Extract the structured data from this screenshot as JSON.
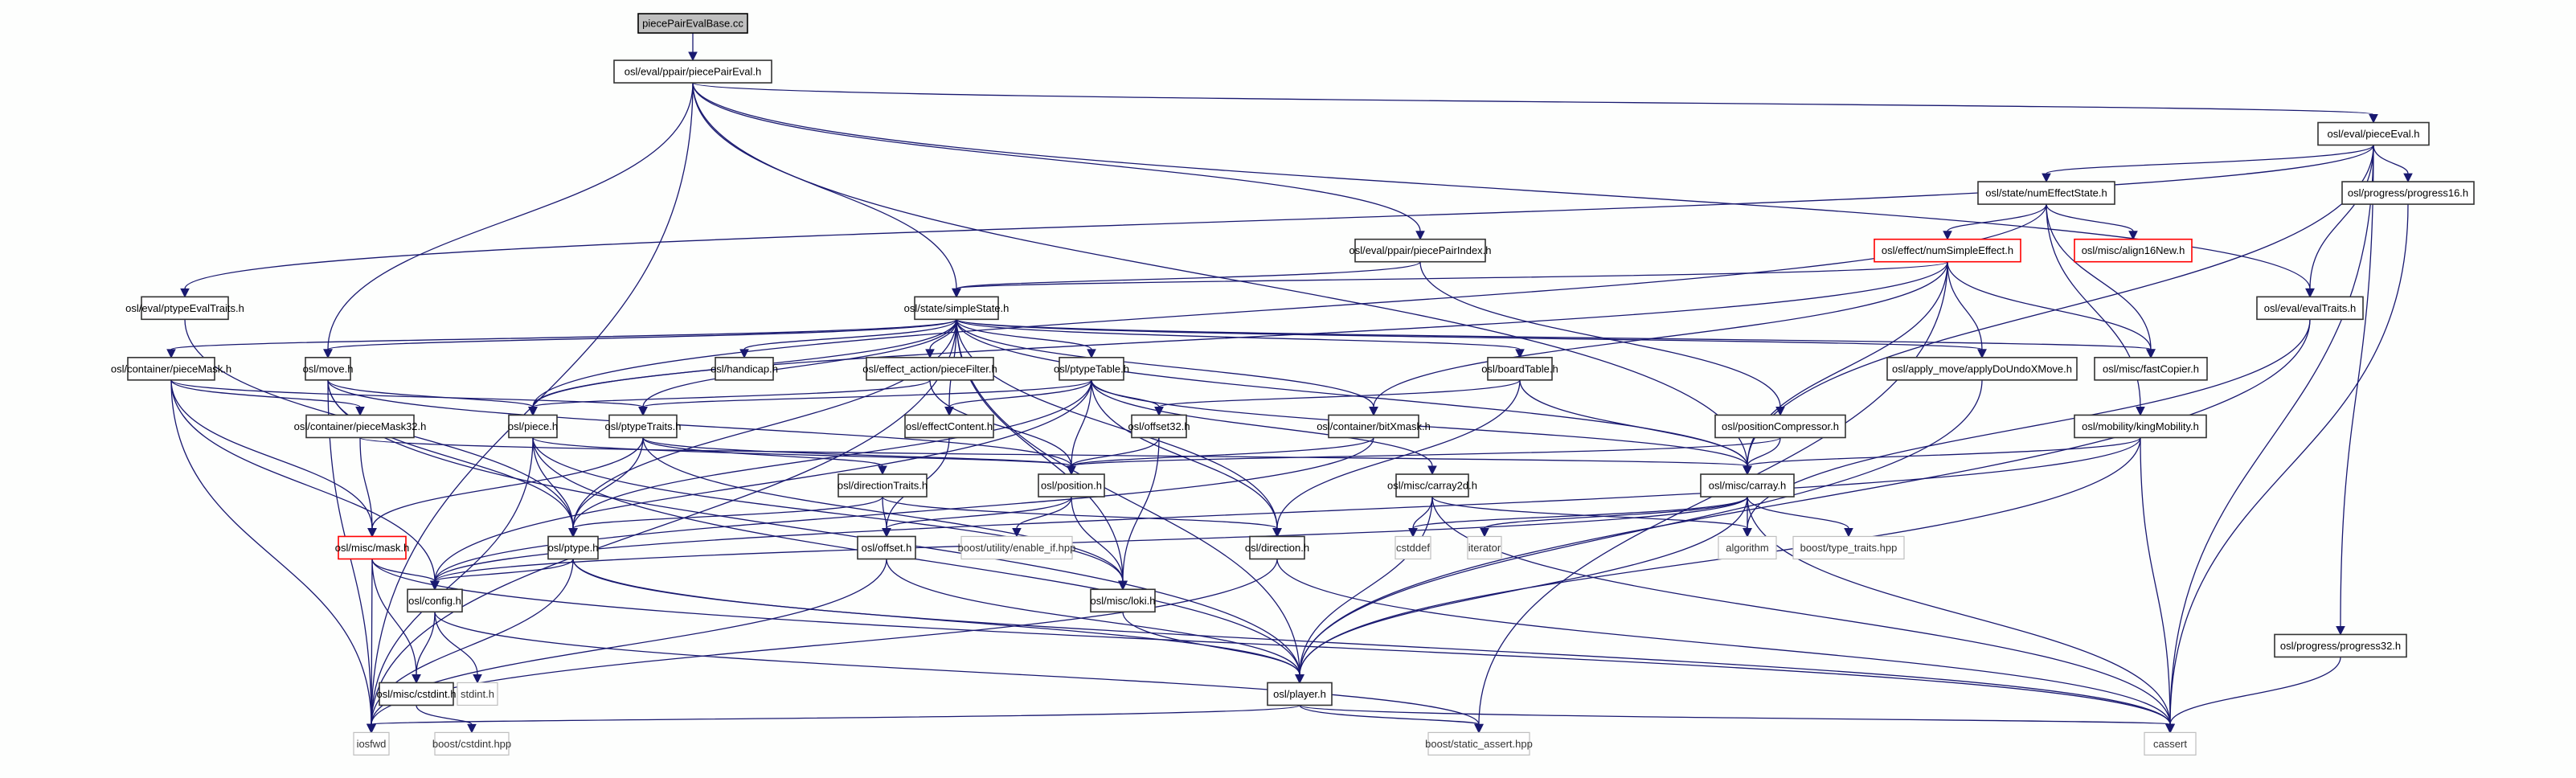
{
  "diagram": {
    "type": "include-dependency-graph",
    "colors": {
      "edge": "#191970",
      "root_fill": "#bfbfbf",
      "truncated_border": "#ff0000",
      "external_border": "#bfbfbf"
    },
    "nodes": [
      {
        "id": "root",
        "label": "piecePairEvalBase.cc",
        "kind": "root"
      },
      {
        "id": "ppe",
        "label": "osl/eval/ppair/piecePairEval.h",
        "kind": "normal"
      },
      {
        "id": "pieceEval",
        "label": "osl/eval/pieceEval.h",
        "kind": "normal"
      },
      {
        "id": "numEffectState",
        "label": "osl/state/numEffectState.h",
        "kind": "normal"
      },
      {
        "id": "progress16",
        "label": "osl/progress/progress16.h",
        "kind": "normal"
      },
      {
        "id": "numSimpleEffect",
        "label": "osl/effect/numSimpleEffect.h",
        "kind": "truncated"
      },
      {
        "id": "align16New",
        "label": "osl/misc/align16New.h",
        "kind": "truncated"
      },
      {
        "id": "ppIndex",
        "label": "osl/eval/ppair/piecePairIndex.h",
        "kind": "normal"
      },
      {
        "id": "ptypeEvalTraits",
        "label": "osl/eval/ptypeEvalTraits.h",
        "kind": "normal"
      },
      {
        "id": "simpleState",
        "label": "osl/state/simpleState.h",
        "kind": "normal"
      },
      {
        "id": "evalTraits",
        "label": "osl/eval/evalTraits.h",
        "kind": "normal"
      },
      {
        "id": "pieceMask",
        "label": "osl/container/pieceMask.h",
        "kind": "normal"
      },
      {
        "id": "move",
        "label": "osl/move.h",
        "kind": "normal"
      },
      {
        "id": "handicap",
        "label": "osl/handicap.h",
        "kind": "normal"
      },
      {
        "id": "pieceFilter",
        "label": "osl/effect_action/pieceFilter.h",
        "kind": "normal"
      },
      {
        "id": "ptypeTable",
        "label": "osl/ptypeTable.h",
        "kind": "normal"
      },
      {
        "id": "boardTable",
        "label": "osl/boardTable.h",
        "kind": "normal"
      },
      {
        "id": "applyDoUndo",
        "label": "osl/apply_move/applyDoUndoXMove.h",
        "kind": "normal"
      },
      {
        "id": "fastCopier",
        "label": "osl/misc/fastCopier.h",
        "kind": "normal"
      },
      {
        "id": "pieceMask32",
        "label": "osl/container/pieceMask32.h",
        "kind": "normal"
      },
      {
        "id": "piece",
        "label": "osl/piece.h",
        "kind": "normal"
      },
      {
        "id": "ptypeTraits",
        "label": "osl/ptypeTraits.h",
        "kind": "normal"
      },
      {
        "id": "effectContent",
        "label": "osl/effectContent.h",
        "kind": "normal"
      },
      {
        "id": "offset32",
        "label": "osl/offset32.h",
        "kind": "normal"
      },
      {
        "id": "bitXmask",
        "label": "osl/container/bitXmask.h",
        "kind": "normal"
      },
      {
        "id": "posCompressor",
        "label": "osl/positionCompressor.h",
        "kind": "normal"
      },
      {
        "id": "kingMobility",
        "label": "osl/mobility/kingMobility.h",
        "kind": "normal"
      },
      {
        "id": "directionTraits",
        "label": "osl/directionTraits.h",
        "kind": "normal"
      },
      {
        "id": "position",
        "label": "osl/position.h",
        "kind": "normal"
      },
      {
        "id": "carray2d",
        "label": "osl/misc/carray2d.h",
        "kind": "normal"
      },
      {
        "id": "carray",
        "label": "osl/misc/carray.h",
        "kind": "normal"
      },
      {
        "id": "mask",
        "label": "osl/misc/mask.h",
        "kind": "truncated"
      },
      {
        "id": "ptype",
        "label": "osl/ptype.h",
        "kind": "normal"
      },
      {
        "id": "offset",
        "label": "osl/offset.h",
        "kind": "normal"
      },
      {
        "id": "enableIf",
        "label": "boost/utility/enable_if.hpp",
        "kind": "external"
      },
      {
        "id": "direction",
        "label": "osl/direction.h",
        "kind": "normal"
      },
      {
        "id": "cstddef",
        "label": "cstddef",
        "kind": "external"
      },
      {
        "id": "iterator",
        "label": "iterator",
        "kind": "external"
      },
      {
        "id": "algorithm",
        "label": "algorithm",
        "kind": "external"
      },
      {
        "id": "typeTraits",
        "label": "boost/type_traits.hpp",
        "kind": "external"
      },
      {
        "id": "config",
        "label": "osl/config.h",
        "kind": "normal"
      },
      {
        "id": "loki",
        "label": "osl/misc/loki.h",
        "kind": "normal"
      },
      {
        "id": "progress32",
        "label": "osl/progress/progress32.h",
        "kind": "normal"
      },
      {
        "id": "cstdintOsl",
        "label": "osl/misc/cstdint.h",
        "kind": "normal"
      },
      {
        "id": "stdint",
        "label": "stdint.h",
        "kind": "external"
      },
      {
        "id": "player",
        "label": "osl/player.h",
        "kind": "normal"
      },
      {
        "id": "iosfwd",
        "label": "iosfwd",
        "kind": "external"
      },
      {
        "id": "boostCstdint",
        "label": "boost/cstdint.hpp",
        "kind": "external"
      },
      {
        "id": "staticAssert",
        "label": "boost/static_assert.hpp",
        "kind": "external"
      },
      {
        "id": "cassert",
        "label": "cassert",
        "kind": "external"
      }
    ],
    "edges": [
      [
        "root",
        "ppe"
      ],
      [
        "ppe",
        "pieceEval"
      ],
      [
        "ppe",
        "ppIndex"
      ],
      [
        "ppe",
        "simpleState"
      ],
      [
        "ppe",
        "move"
      ],
      [
        "ppe",
        "evalTraits"
      ],
      [
        "ppe",
        "carray"
      ],
      [
        "ppe",
        "iosfwd"
      ],
      [
        "pieceEval",
        "numEffectState"
      ],
      [
        "pieceEval",
        "progress16"
      ],
      [
        "pieceEval",
        "evalTraits"
      ],
      [
        "pieceEval",
        "ptypeEvalTraits"
      ],
      [
        "pieceEval",
        "progress32"
      ],
      [
        "pieceEval",
        "carray"
      ],
      [
        "pieceEval",
        "cassert"
      ],
      [
        "numEffectState",
        "numSimpleEffect"
      ],
      [
        "numEffectState",
        "align16New"
      ],
      [
        "numEffectState",
        "fastCopier"
      ],
      [
        "numEffectState",
        "kingMobility"
      ],
      [
        "numEffectState",
        "piece"
      ],
      [
        "numSimpleEffect",
        "simpleState"
      ],
      [
        "numSimpleEffect",
        "applyDoUndo"
      ],
      [
        "numSimpleEffect",
        "fastCopier"
      ],
      [
        "numSimpleEffect",
        "bitXmask"
      ],
      [
        "numSimpleEffect",
        "carray"
      ],
      [
        "numSimpleEffect",
        "staticAssert"
      ],
      [
        "numSimpleEffect",
        "piece"
      ],
      [
        "ppIndex",
        "simpleState"
      ],
      [
        "ppIndex",
        "posCompressor"
      ],
      [
        "ptypeEvalTraits",
        "ptype"
      ],
      [
        "simpleState",
        "pieceMask"
      ],
      [
        "simpleState",
        "move"
      ],
      [
        "simpleState",
        "handicap"
      ],
      [
        "simpleState",
        "pieceFilter"
      ],
      [
        "simpleState",
        "ptypeTable"
      ],
      [
        "simpleState",
        "boardTable"
      ],
      [
        "simpleState",
        "applyDoUndo"
      ],
      [
        "simpleState",
        "fastCopier"
      ],
      [
        "simpleState",
        "piece"
      ],
      [
        "simpleState",
        "ptypeTraits"
      ],
      [
        "simpleState",
        "effectContent"
      ],
      [
        "simpleState",
        "bitXmask"
      ],
      [
        "simpleState",
        "carray"
      ],
      [
        "simpleState",
        "direction"
      ],
      [
        "simpleState",
        "loki"
      ],
      [
        "simpleState",
        "player"
      ],
      [
        "simpleState",
        "iosfwd"
      ],
      [
        "simpleState",
        "ptype"
      ],
      [
        "evalTraits",
        "player"
      ],
      [
        "evalTraits",
        "algorithm"
      ],
      [
        "progress16",
        "cassert"
      ],
      [
        "progress32",
        "cassert"
      ],
      [
        "pieceMask",
        "pieceMask32"
      ],
      [
        "pieceMask",
        "ptypeTraits"
      ],
      [
        "pieceMask",
        "mask"
      ],
      [
        "pieceMask",
        "config"
      ],
      [
        "pieceMask",
        "iosfwd"
      ],
      [
        "pieceMask32",
        "mask"
      ],
      [
        "pieceMask32",
        "carray"
      ],
      [
        "move",
        "piece"
      ],
      [
        "move",
        "ptype"
      ],
      [
        "move",
        "position"
      ],
      [
        "move",
        "player"
      ],
      [
        "move",
        "iosfwd"
      ],
      [
        "pieceFilter",
        "piece"
      ],
      [
        "pieceFilter",
        "position"
      ],
      [
        "ptypeTable",
        "ptypeTraits"
      ],
      [
        "ptypeTable",
        "effectContent"
      ],
      [
        "ptypeTable",
        "offset32"
      ],
      [
        "ptypeTable",
        "position"
      ],
      [
        "ptypeTable",
        "carray"
      ],
      [
        "ptypeTable",
        "carray2d"
      ],
      [
        "ptypeTable",
        "direction"
      ],
      [
        "ptypeTable",
        "ptype"
      ],
      [
        "ptypeTable",
        "config"
      ],
      [
        "boardTable",
        "offset32"
      ],
      [
        "boardTable",
        "direction"
      ],
      [
        "boardTable",
        "carray"
      ],
      [
        "applyDoUndo",
        "player"
      ],
      [
        "piece",
        "ptype"
      ],
      [
        "piece",
        "position"
      ],
      [
        "piece",
        "player"
      ],
      [
        "piece",
        "loki"
      ],
      [
        "piece",
        "iosfwd"
      ],
      [
        "ptypeTraits",
        "ptype"
      ],
      [
        "ptypeTraits",
        "directionTraits"
      ],
      [
        "ptypeTraits",
        "position"
      ],
      [
        "ptypeTraits",
        "mask"
      ],
      [
        "ptypeTraits",
        "loki"
      ],
      [
        "effectContent",
        "offset"
      ],
      [
        "offset32",
        "position"
      ],
      [
        "offset32",
        "loki"
      ],
      [
        "bitXmask",
        "position"
      ],
      [
        "bitXmask",
        "config"
      ],
      [
        "posCompressor",
        "carray"
      ],
      [
        "posCompressor",
        "position"
      ],
      [
        "kingMobility",
        "carray"
      ],
      [
        "kingMobility",
        "player"
      ],
      [
        "kingMobility",
        "cassert"
      ],
      [
        "kingMobility",
        "config"
      ],
      [
        "directionTraits",
        "offset"
      ],
      [
        "directionTraits",
        "direction"
      ],
      [
        "directionTraits",
        "ptype"
      ],
      [
        "position",
        "offset"
      ],
      [
        "position",
        "enableIf"
      ],
      [
        "position",
        "loki"
      ],
      [
        "carray2d",
        "cstddef"
      ],
      [
        "carray2d",
        "algorithm"
      ],
      [
        "carray2d",
        "player"
      ],
      [
        "carray2d",
        "cassert"
      ],
      [
        "carray",
        "cstddef"
      ],
      [
        "carray",
        "iterator"
      ],
      [
        "carray",
        "algorithm"
      ],
      [
        "carray",
        "typeTraits"
      ],
      [
        "carray",
        "cassert"
      ],
      [
        "carray",
        "player"
      ],
      [
        "carray",
        "config"
      ],
      [
        "mask",
        "config"
      ],
      [
        "mask",
        "cstdintOsl"
      ],
      [
        "mask",
        "iosfwd"
      ],
      [
        "mask",
        "cassert"
      ],
      [
        "ptype",
        "config"
      ],
      [
        "ptype",
        "player"
      ],
      [
        "ptype",
        "iosfwd"
      ],
      [
        "ptype",
        "cassert"
      ],
      [
        "offset",
        "player"
      ],
      [
        "offset",
        "iosfwd"
      ],
      [
        "direction",
        "cassert"
      ],
      [
        "direction",
        "iosfwd"
      ],
      [
        "config",
        "cstdintOsl"
      ],
      [
        "config",
        "stdint"
      ],
      [
        "config",
        "staticAssert"
      ],
      [
        "cstdintOsl",
        "boostCstdint"
      ],
      [
        "loki",
        "player"
      ],
      [
        "player",
        "iosfwd"
      ],
      [
        "player",
        "staticAssert"
      ],
      [
        "player",
        "cassert"
      ]
    ]
  }
}
